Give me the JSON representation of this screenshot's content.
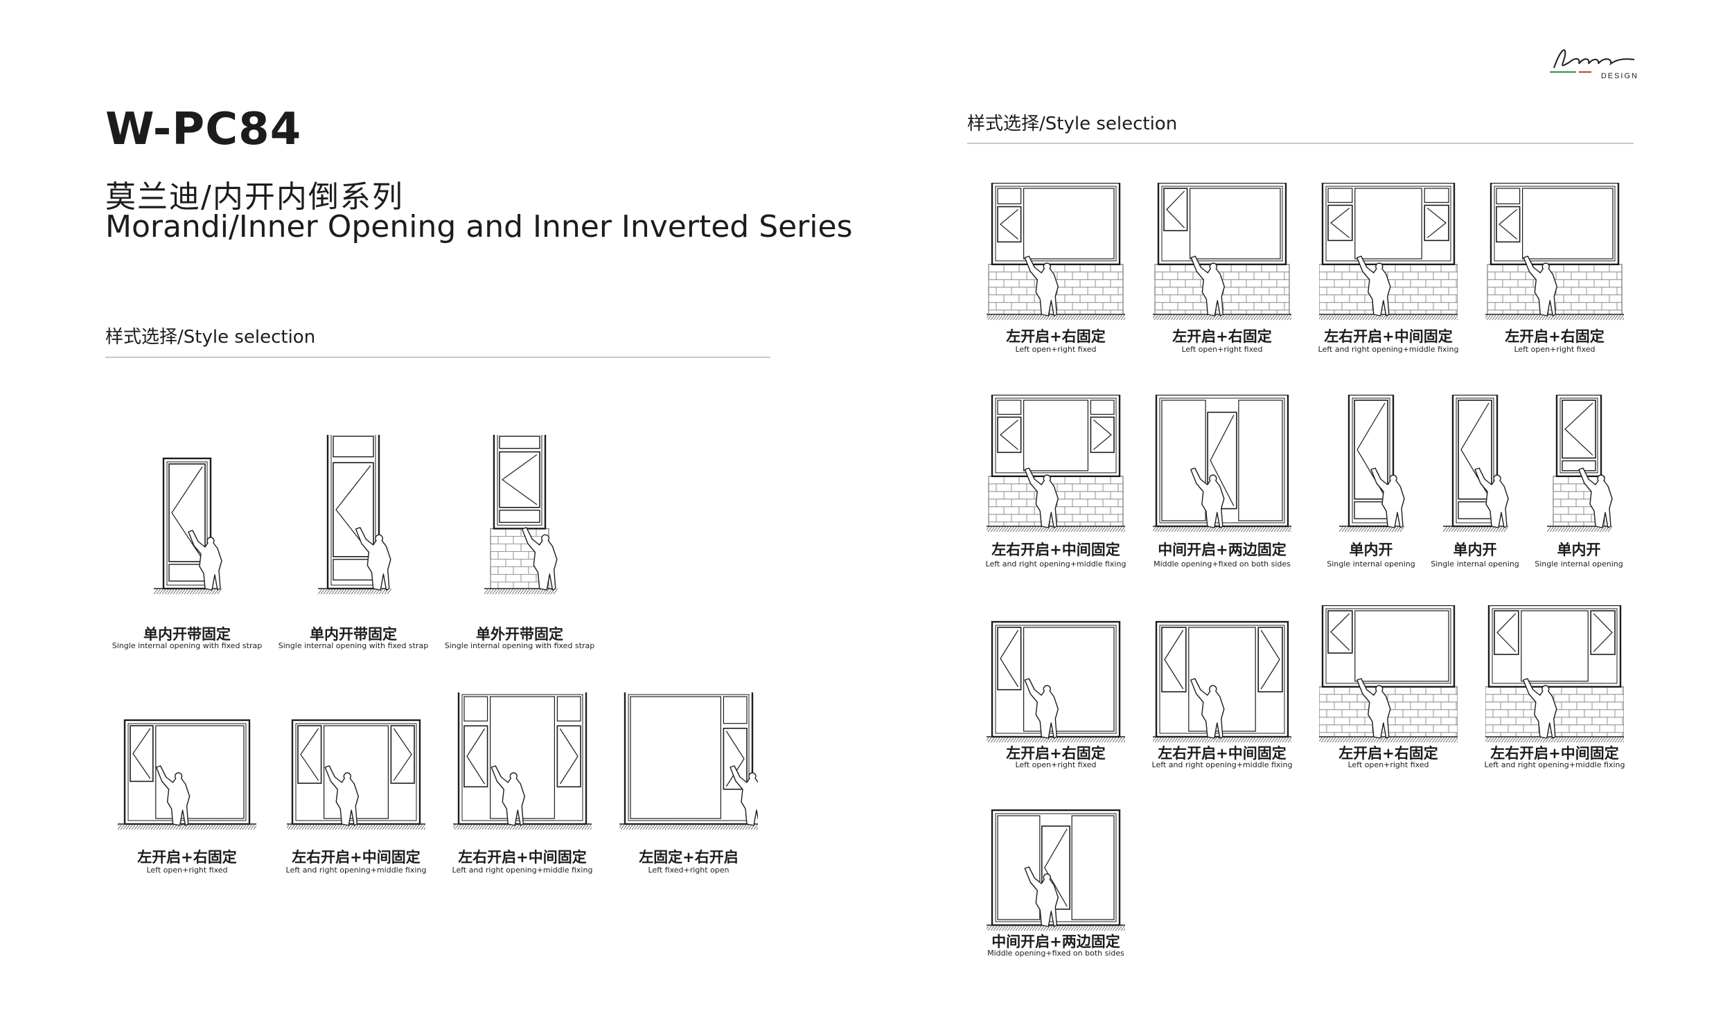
{
  "brand": {
    "logo_word": "DESIGN"
  },
  "product": {
    "code": "W-PC84",
    "series_cn": "莫兰迪/内开内倒系列",
    "series_en": "Morandi/Inner Opening and Inner Inverted Series"
  },
  "sections": {
    "left_title": "样式选择/Style selection",
    "right_title": "样式选择/Style selection"
  },
  "styles": [
    {
      "cn": "单内开带固定",
      "en": "Single internal opening with fixed strap"
    },
    {
      "cn": "单内开带固定",
      "en": "Single internal opening with fixed strap"
    },
    {
      "cn": "单外开带固定",
      "en": "Single internal opening with fixed strap"
    },
    {
      "cn": "左开启+右固定",
      "en": "Left open+right fixed"
    },
    {
      "cn": "左右开启+中间固定",
      "en": "Left and right opening+middle fixing"
    },
    {
      "cn": "左右开启+中间固定",
      "en": "Left and right opening+middle fixing"
    },
    {
      "cn": "左固定+右开启",
      "en": "Left fixed+right open"
    },
    {
      "cn": "左开启+右固定",
      "en": "Left open+right fixed"
    },
    {
      "cn": "左开启+右固定",
      "en": "Left open+right fixed"
    },
    {
      "cn": "左右开启+中间固定",
      "en": "Left and right opening+middle fixing"
    },
    {
      "cn": "左开启+右固定",
      "en": "Left open+right fixed"
    },
    {
      "cn": "左右开启+中间固定",
      "en": "Left and right opening+middle fixing"
    },
    {
      "cn": "中间开启+两边固定",
      "en": "Middle opening+fixed on both sides"
    },
    {
      "cn": "单内开",
      "en": "Single internal opening"
    },
    {
      "cn": "单内开",
      "en": "Single internal opening"
    },
    {
      "cn": "单内开",
      "en": "Single internal opening"
    },
    {
      "cn": "左开启+右固定",
      "en": "Left open+right fixed"
    },
    {
      "cn": "左右开启+中间固定",
      "en": "Left and right opening+middle fixing"
    },
    {
      "cn": "左开启+右固定",
      "en": "Left open+right fixed"
    },
    {
      "cn": "左右开启+中间固定",
      "en": "Left and right opening+middle fixing"
    },
    {
      "cn": "中间开启+两边固定",
      "en": "Middle opening+fixed on both sides"
    }
  ]
}
